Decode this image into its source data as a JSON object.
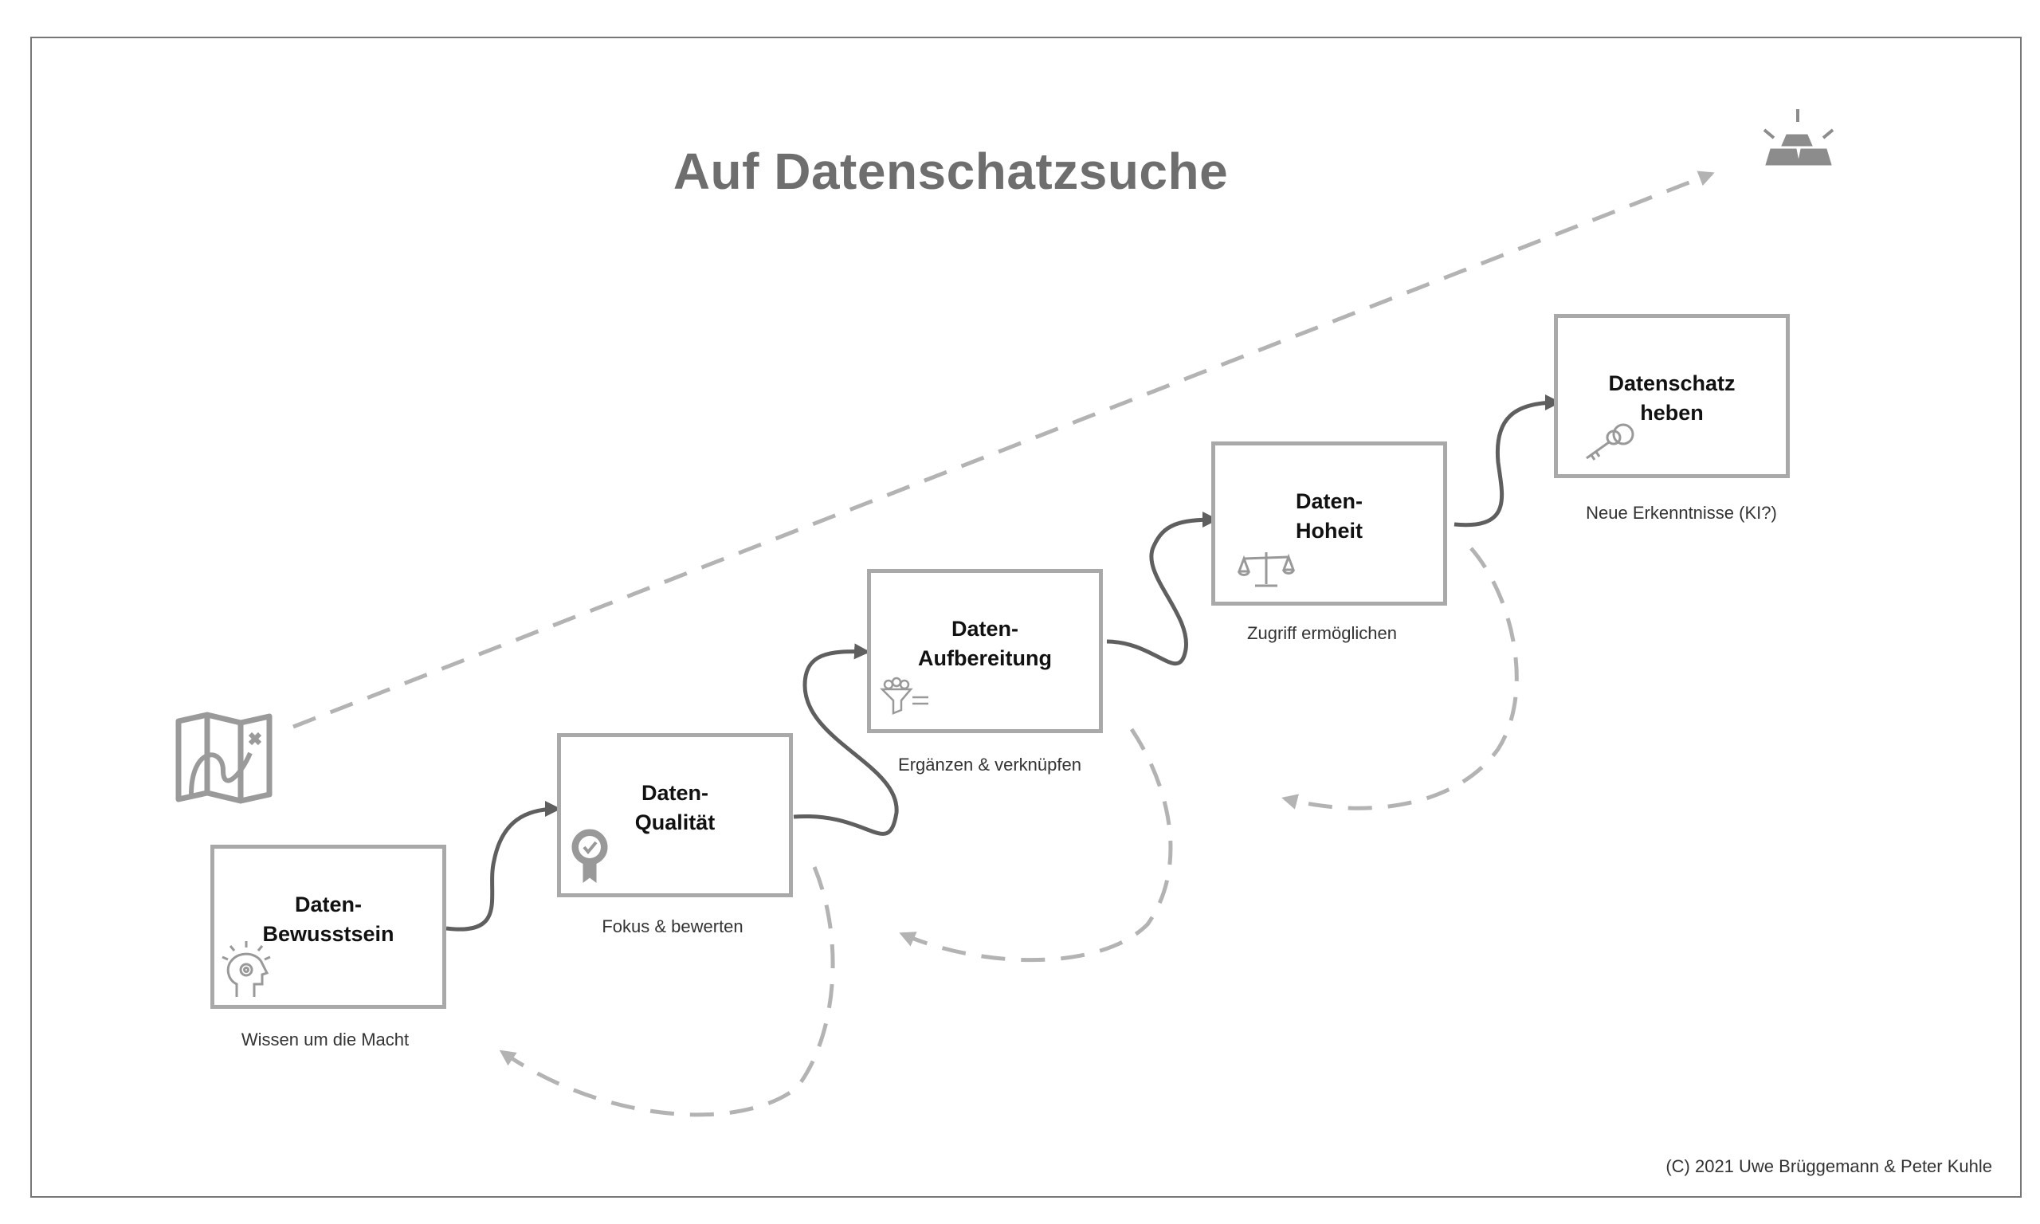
{
  "title": "Auf Datenschatzsuche",
  "footer": "(C) 2021 Uwe Brüggemann & Peter Kuhle",
  "colors": {
    "box_border": "#a9a9a9",
    "title": "#6e6e6e",
    "arrow_solid": "#5f5f5f",
    "arrow_dashed": "#b3b3b3"
  },
  "start_icon": "treasure-map-icon",
  "goal_icon": "gold-bars-icon",
  "steps": [
    {
      "label": "Daten-\nBewusstsein",
      "caption": "Wissen um die Macht",
      "icon": "head-awareness-icon"
    },
    {
      "label": "Daten-\nQualität",
      "caption": "Fokus & bewerten",
      "icon": "quality-badge-icon"
    },
    {
      "label": "Daten-\nAufbereitung",
      "caption": "Ergänzen & verknüpfen",
      "icon": "data-funnel-icon"
    },
    {
      "label": "Daten-\nHoheit",
      "caption": "Zugriff ermöglichen",
      "icon": "scales-icon"
    },
    {
      "label": "Datenschatz\nheben",
      "caption": "Neue Erkenntnisse (KI?)",
      "icon": "key-icon"
    }
  ]
}
